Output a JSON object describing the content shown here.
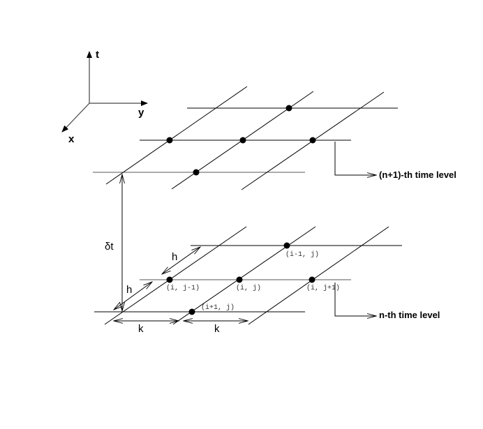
{
  "diagram": {
    "type": "finite-difference stencil (space-time grid)",
    "axes": {
      "t_label": "t",
      "y_label": "y",
      "x_label": "x"
    },
    "time_levels": [
      {
        "name": "upper",
        "label": "(n+1)-th time level"
      },
      {
        "name": "lower",
        "label": "n-th time level"
      }
    ],
    "dimensions": {
      "time_step": "δt",
      "h_upper": "h",
      "h_lower": "h",
      "k_left": "k",
      "k_right": "k"
    },
    "node_labels": [
      "(i-1, j)",
      "(i, j-1)",
      "(i, j)",
      "(i, j+1)",
      "(i+1, j)"
    ]
  }
}
